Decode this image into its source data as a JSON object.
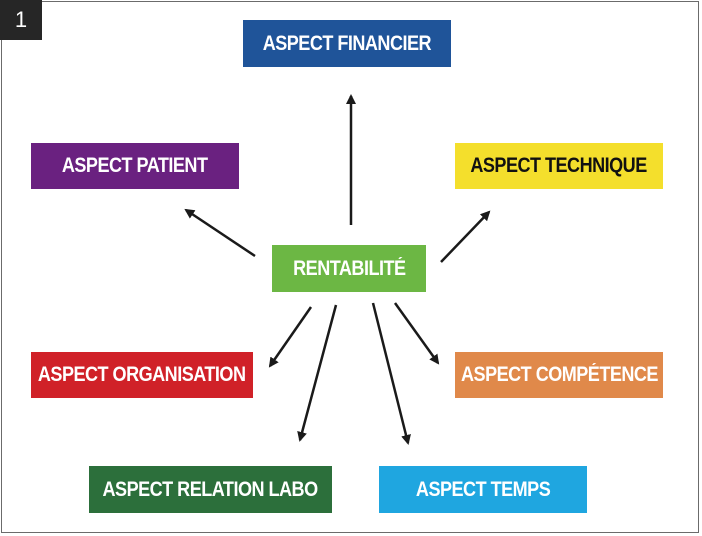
{
  "figure_number": "1",
  "center": {
    "label": "RENTABILITÉ",
    "color": "#6cb744"
  },
  "aspects": {
    "financier": {
      "label": "ASPECT FINANCIER",
      "color": "#1f5499"
    },
    "patient": {
      "label": "ASPECT PATIENT",
      "color": "#6a2180"
    },
    "technique": {
      "label": "ASPECT TECHNIQUE",
      "color": "#f4df2c",
      "text_color": "#111111"
    },
    "organisation": {
      "label": "ASPECT ORGANISATION",
      "color": "#d02128"
    },
    "competence": {
      "label": "ASPECT COMPÉTENCE",
      "color": "#e0894a"
    },
    "relation_labo": {
      "label": "ASPECT RELATION LABO",
      "color": "#2c6f3b"
    },
    "temps": {
      "label": "ASPECT TEMPS",
      "color": "#1fa6e0"
    }
  },
  "arrow_color": "#1a1a1a"
}
